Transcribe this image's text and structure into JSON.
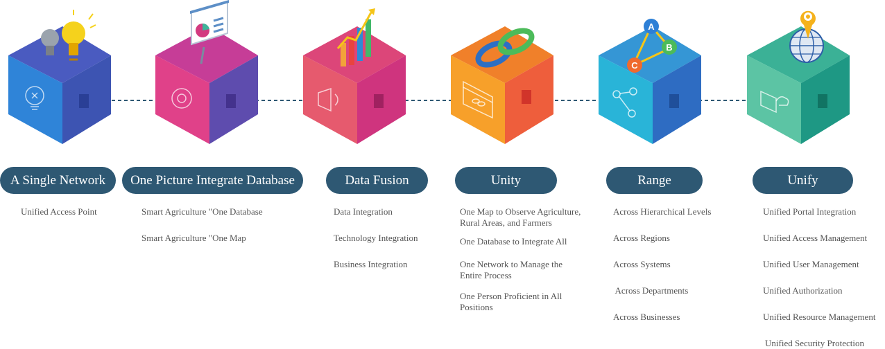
{
  "stages": [
    {
      "title": "A Single Network",
      "color_top": "#4a6ac2",
      "color_left": "#2d7fd6",
      "color_right": "#3a56b0",
      "icon": "lightbulb-icon",
      "front_icon": "idea-bulb-icon",
      "items": [
        "Unified Access Point"
      ]
    },
    {
      "title": "One Picture Integrate Database",
      "color_top": "#d6428f",
      "color_left": "#e0408a",
      "color_right": "#6a4fb4",
      "icon": "presentation-board-icon",
      "front_icon": "gear-brain-icon",
      "items": [
        "Smart Agriculture \"One Database",
        "Smart Agriculture \"One Map"
      ]
    },
    {
      "title": "Data Fusion",
      "color_top": "#e04a7a",
      "color_left": "#e8566e",
      "color_right": "#d2377d",
      "icon": "growth-chart-icon",
      "front_icon": "megaphone-icon",
      "items": [
        "Data Integration",
        "Technology Integration",
        "Business Integration"
      ]
    },
    {
      "title": "Unity",
      "color_top": "#f07c2a",
      "color_left": "#f59a2a",
      "color_right": "#ee5a3e",
      "icon": "chain-link-icon",
      "front_icon": "browser-link-icon",
      "items": [
        "One Map to Observe Agriculture, Rural Areas, and Farmers",
        "One Database to Integrate All",
        "One Network to Manage the Entire Process",
        "One Person Proficient in All Positions"
      ]
    },
    {
      "title": "Range",
      "color_top": "#3a9ad8",
      "color_left": "#27b6d9",
      "color_right": "#2f6fc4",
      "icon": "abc-cycle-icon",
      "front_icon": "network-nodes-icon",
      "items": [
        "Across Hierarchical Levels",
        "Across Regions",
        "Across Systems",
        " Across Departments",
        "Across Businesses"
      ]
    },
    {
      "title": "Unify",
      "color_top": "#3fb49a",
      "color_left": "#5cc4a4",
      "color_right": "#1e9a86",
      "icon": "globe-pin-icon",
      "front_icon": "cloud-computer-icon",
      "items": [
        "Unified Portal Integration",
        "Unified Access Management",
        "Unified User Management",
        "Unified Authorization",
        "Unified Resource Management",
        "Unified Security Protection"
      ]
    }
  ],
  "colors": {
    "pill_bg": "#2e5873",
    "pill_text": "#ffffff",
    "item_text": "#555555",
    "connector": "#2e5873"
  }
}
